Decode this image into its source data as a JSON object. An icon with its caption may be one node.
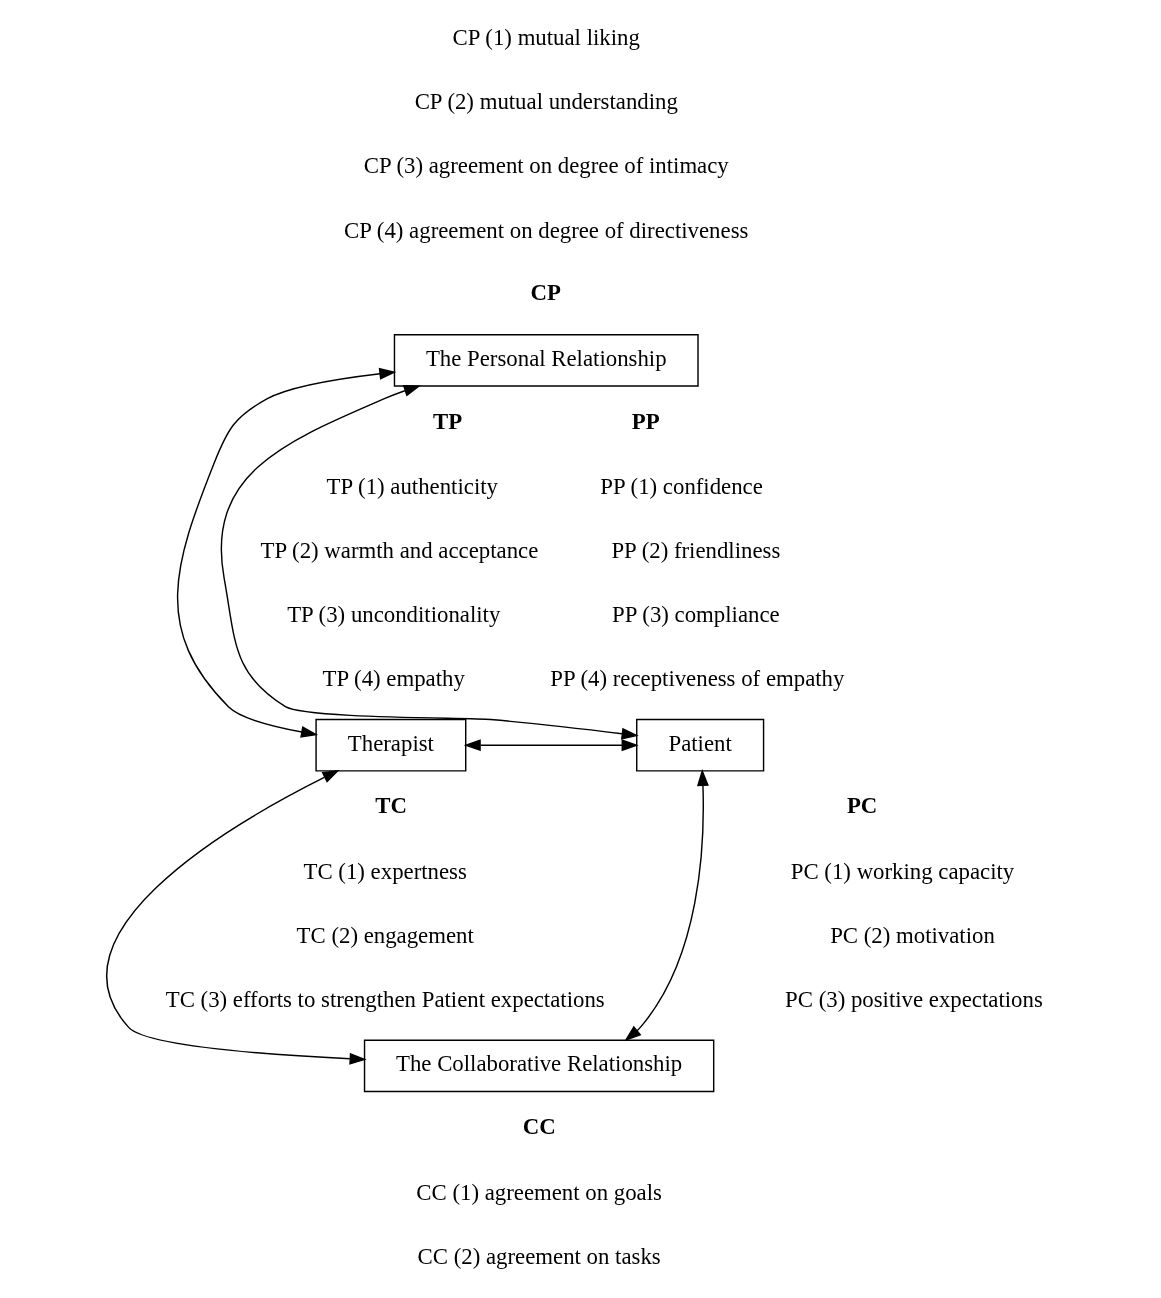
{
  "diagram": {
    "nodes": [
      {
        "text": [
          "The Personal Relationship"
        ]
      },
      {
        "text": [
          "Therapist"
        ]
      },
      {
        "text": [
          "Patient"
        ]
      },
      {
        "text": [
          "The Collaborative Relationship"
        ]
      }
    ],
    "edges": [
      {
        "from": 0,
        "to": 1,
        "arrow": "both"
      },
      {
        "from": 0,
        "to": 2,
        "arrow": "both"
      },
      {
        "from": 1,
        "to": 2,
        "arrow": "both"
      },
      {
        "from": 1,
        "to": 3,
        "arrow": "both"
      },
      {
        "from": 2,
        "to": 3,
        "arrow": "both"
      }
    ],
    "labels": [
      "CP (1) mutual liking",
      "CP (2) mutual understanding",
      "CP (3) agreement on degree of intimacy",
      "CP (4) agreement on degree of directiveness",
      "CP",
      "TP",
      "TP (1) authenticity",
      "TP (2) warmth and acceptance",
      "TP (3) unconditionality",
      "TP (4) empathy",
      "PP",
      "PP (1) confidence",
      "PP (2) friendliness",
      "PP (3) compliance",
      "PP (4) receptiveness of empathy",
      "TC",
      "PC",
      "TC (1) expertness",
      "TC (2) engagement",
      "TC (3) efforts to strengthen Patient expectations",
      "PC (1) working capacity",
      "PC (2) motivation",
      "PC (3) positive expectations",
      "CC",
      "CC (1) agreement on goals",
      "CC (2) agreement on tasks"
    ]
  }
}
